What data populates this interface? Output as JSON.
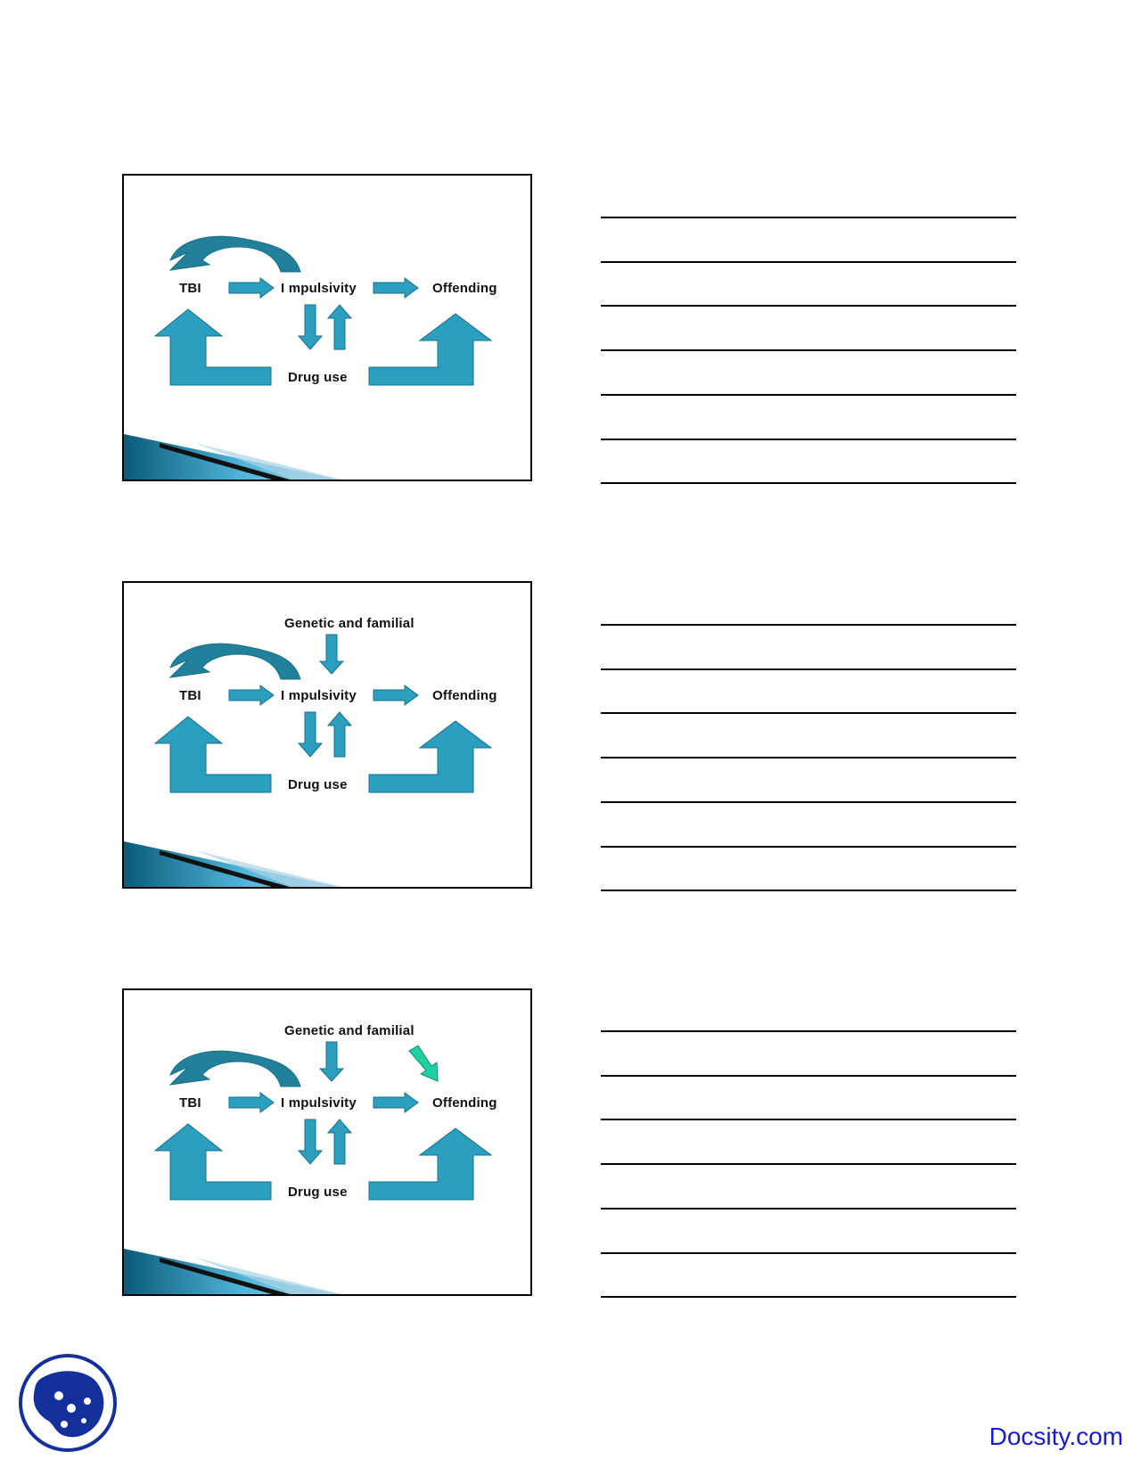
{
  "slides": [
    {
      "labels": {
        "tbi": "TBI",
        "impulsivity": "I mpulsivity",
        "offending": "Offending",
        "drug_use": "Drug use",
        "genetic": ""
      },
      "show_genetic_arrow": false,
      "show_green_arrow": false
    },
    {
      "labels": {
        "tbi": "TBI",
        "impulsivity": "I mpulsivity",
        "offending": "Offending",
        "drug_use": "Drug use",
        "genetic": "Genetic and familial"
      },
      "show_genetic_arrow": true,
      "show_green_arrow": false
    },
    {
      "labels": {
        "tbi": "TBI",
        "impulsivity": "I mpulsivity",
        "offending": "Offending",
        "drug_use": "Drug use",
        "genetic": "Genetic and familial"
      },
      "show_genetic_arrow": true,
      "show_green_arrow": true
    }
  ],
  "notes": {
    "lines_per_slide": 7
  },
  "footer": {
    "brand": "Docsity.com"
  },
  "colors": {
    "arrow": "#2b9fbf",
    "arrow_dark": "#21809a",
    "arrow_edge": "#1b6f86",
    "green_arrow": "#1fd1a0",
    "brand": "#1a1ac8",
    "logo": "#14309a"
  }
}
